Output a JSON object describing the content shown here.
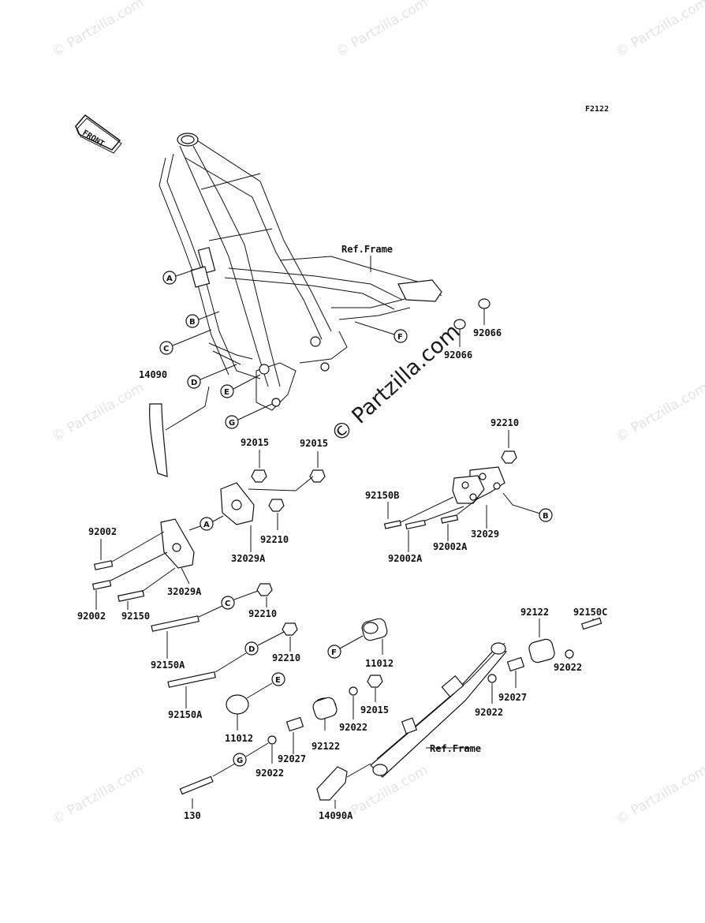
{
  "figure_id": "F2122",
  "front_label": "FRONT",
  "center_watermark": "© Partzilla.com",
  "corner_watermark": "© Partzilla.com",
  "ref_frame_top": "Ref.Frame",
  "ref_frame_bottom": "Ref.Frame",
  "callouts": {
    "A": "A",
    "B": "B",
    "C": "C",
    "D": "D",
    "E": "E",
    "F": "F",
    "G": "G"
  },
  "parts": {
    "p14090": "14090",
    "p92066_a": "92066",
    "p92066_b": "92066",
    "p92210_tr": "92210",
    "p92015_a": "92015",
    "p92015_b": "92015",
    "p92150B": "92150B",
    "p32029": "32029",
    "p92002A_a": "92002A",
    "p92002A_b": "92002A",
    "p92002_a": "92002",
    "p92002_b": "92002",
    "p92210_a": "92210",
    "p32029A_a": "32029A",
    "p32029A_b": "32029A",
    "p92150": "92150",
    "p92210_b": "92210",
    "p92210_c": "92210",
    "p92150A_a": "92150A",
    "p92150A_b": "92150A",
    "p11012_a": "11012",
    "p11012_b": "11012",
    "p92015_c": "92015",
    "p92022_a": "92022",
    "p92022_b": "92022",
    "p92022_c": "92022",
    "p92022_d": "92022",
    "p92122_a": "92122",
    "p92122_b": "92122",
    "p92027_a": "92027",
    "p92027_b": "92027",
    "p92150C": "92150C",
    "p130": "130",
    "p14090A": "14090A"
  }
}
